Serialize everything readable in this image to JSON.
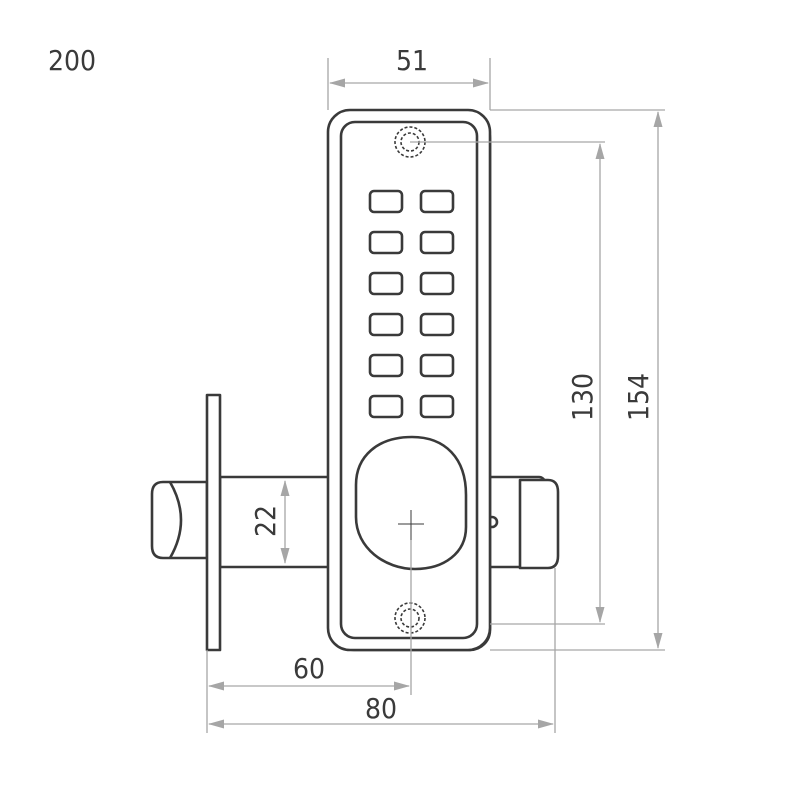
{
  "model_number": "200",
  "dimensions": {
    "width_faceplate": "51",
    "hole_spacing": "130",
    "height_total": "154",
    "spindle": "22",
    "backset": "60",
    "latch_length": "80"
  },
  "keypad": {
    "rows": 6,
    "columns": 2
  },
  "colors": {
    "outline": "#3a3a3a",
    "dimension_line": "#a6a6a6",
    "background": "#ffffff"
  }
}
